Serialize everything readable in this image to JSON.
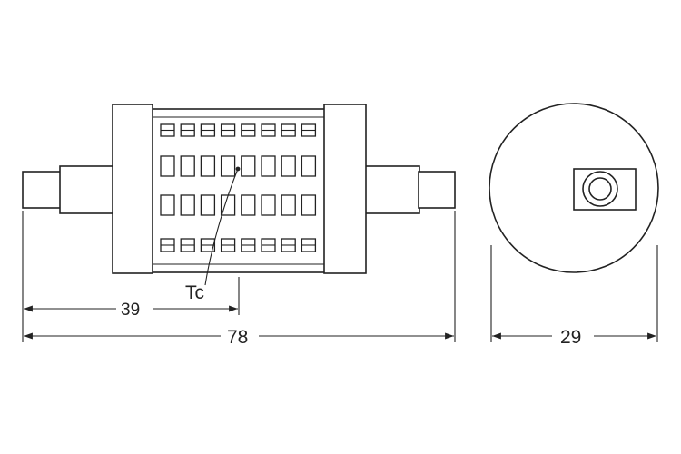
{
  "labels": {
    "tc": "Tc",
    "dim_half_length": "39",
    "dim_total_length": "78",
    "dim_diameter": "29"
  },
  "colors": {
    "line": "#222222",
    "background": "#ffffff"
  }
}
